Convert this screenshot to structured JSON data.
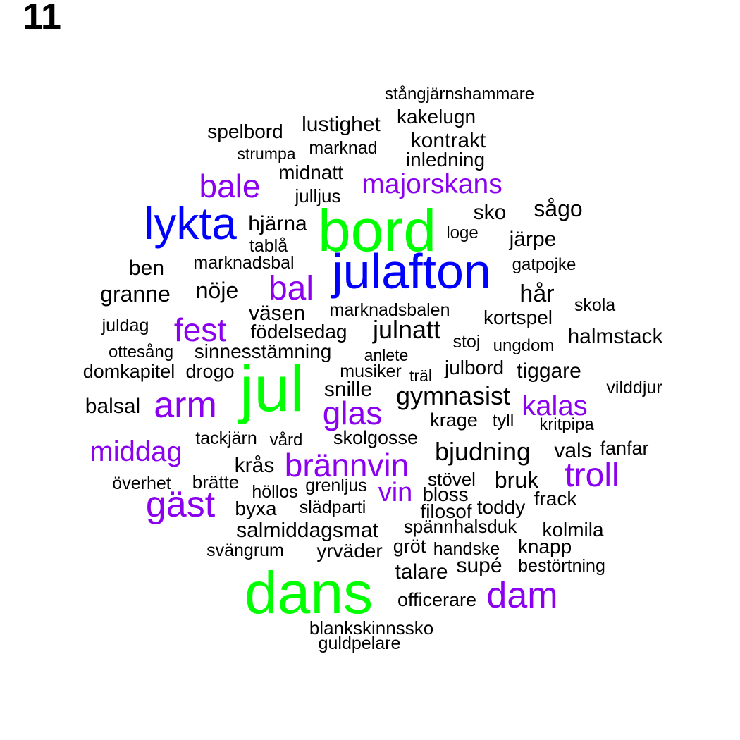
{
  "panel_label": "11",
  "colors": {
    "tier1": "#00ff00",
    "tier2": "#0000ff",
    "tier3": "#8b00ee",
    "tier4": "#000000"
  },
  "words": [
    "stångjärnshammare",
    "kakelugn",
    "lustighet",
    "spelbord",
    "kontrakt",
    "marknad",
    "strumpa",
    "inledning",
    "midnatt",
    "bale",
    "majorskans",
    "julljus",
    "sågo",
    "sko",
    "lykta",
    "bord",
    "hjärna",
    "loge",
    "järpe",
    "tablå",
    "julafton",
    "marknadsbal",
    "ben",
    "gatpojke",
    "bal",
    "nöje",
    "granne",
    "hår",
    "skola",
    "väsen",
    "marknadsbalen",
    "kortspel",
    "juldag",
    "fest",
    "födelsedag",
    "julnatt",
    "halmstack",
    "stoj",
    "ungdom",
    "ottesång",
    "sinnesstämning",
    "anlete",
    "jul",
    "domkapitel",
    "drogo",
    "musiker",
    "träl",
    "julbord",
    "tiggare",
    "snille",
    "vilddjur",
    "gymnasist",
    "kalas",
    "balsal",
    "arm",
    "glas",
    "krage",
    "tyll",
    "kritpipa",
    "tackjärn",
    "vård",
    "skolgosse",
    "middag",
    "bjudning",
    "vals",
    "fanfar",
    "krås",
    "brännvin",
    "troll",
    "stövel",
    "bruk",
    "överhet",
    "brätte",
    "höllos",
    "grenljus",
    "vin",
    "bloss",
    "gäst",
    "frack",
    "byxa",
    "slädparti",
    "filosof",
    "toddy",
    "salmiddagsmat",
    "spännhalsduk",
    "kolmila",
    "svängrum",
    "yrväder",
    "gröt",
    "handske",
    "knapp",
    "supé",
    "bestörtning",
    "talare",
    "dans",
    "dam",
    "officerare",
    "blankskinnssko",
    "guldpelare"
  ]
}
